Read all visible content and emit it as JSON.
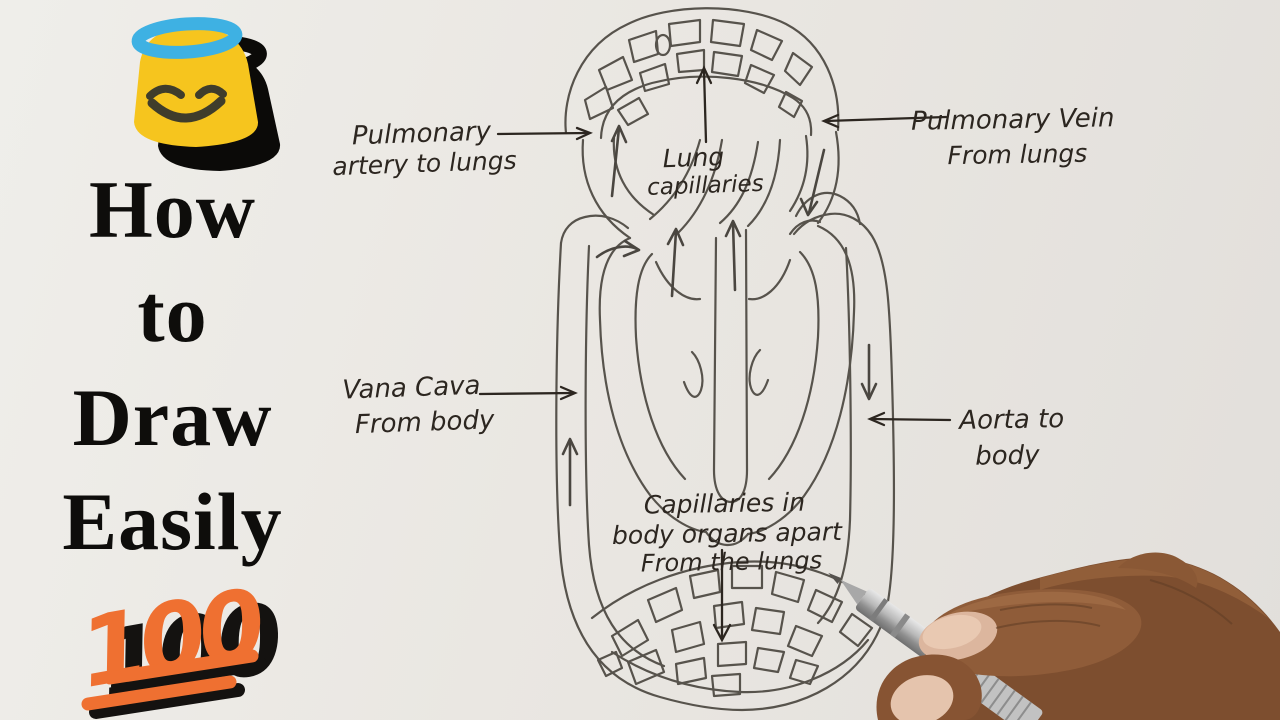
{
  "thumbnail": {
    "title": {
      "lines": [
        "How",
        "to",
        "Draw",
        "Easily"
      ],
      "color": "#0e0d0b"
    },
    "emojis": {
      "halo_face": {
        "name": "smiling-face-with-halo",
        "body_color": "#f6c51e",
        "halo_color": "#3eb1e3",
        "face_color": "#3f3d2b"
      },
      "hundred": {
        "text": "100",
        "color": "#ef7031",
        "shadow_color": "#141210"
      }
    },
    "paper_color": "#e9e6e1"
  },
  "diagram": {
    "subject": "double-circulation-blood-flow",
    "ink_color": "#2c2620",
    "pencil_color": "#57534c",
    "labels": {
      "pulmonary_artery": {
        "line1": "Pulmonary",
        "line2": "artery to lungs"
      },
      "lung_capillaries": {
        "line1": "Lung",
        "line2": "capillaries"
      },
      "pulmonary_vein": {
        "line1": "Pulmonary Vein",
        "line2": "From lungs"
      },
      "vena_cava": {
        "line1": "Vana Cava",
        "line2": "From body"
      },
      "aorta": {
        "line1": "Aorta to",
        "line2": "body"
      },
      "body_capillaries": {
        "line1": "Capillaries in",
        "line2": "body organs apart",
        "line3": "From the lungs"
      }
    }
  },
  "photo": {
    "hand": "hand-holding-mechanical-pencil"
  }
}
